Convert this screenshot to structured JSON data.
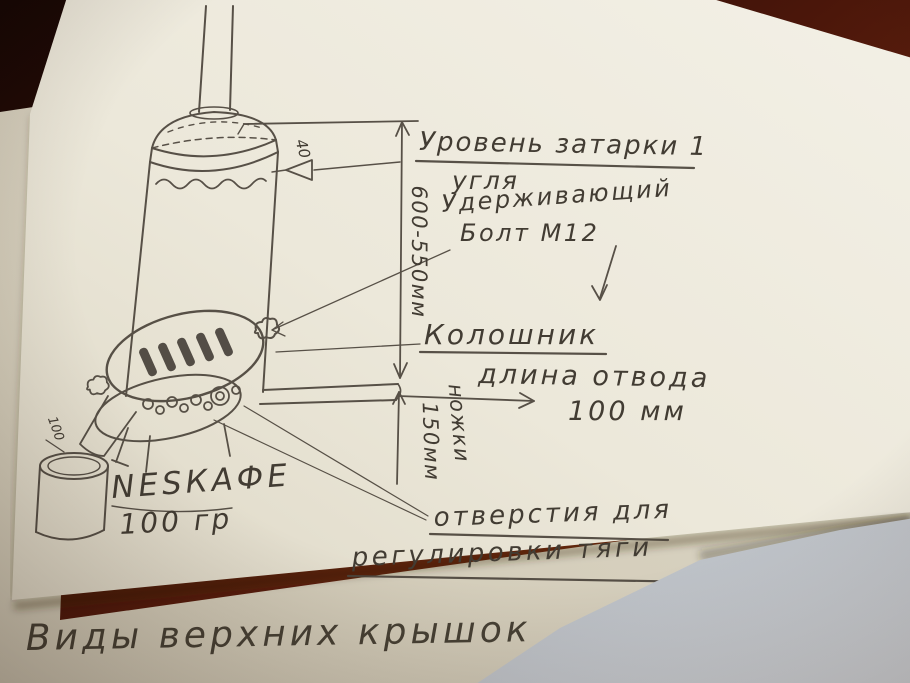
{
  "sketch": {
    "labels": {
      "fill_level_line1": "Уровень затарки 1",
      "fill_level_line2": "угля",
      "bolt_line1": "Удерживающий",
      "bolt_line2": "Болт М12",
      "height_dim": "600-550мм",
      "dim_40": "40",
      "grate": "Колошник",
      "outlet_line1": "длина отвода",
      "outlet_line2": "100 мм",
      "legs": "ножки",
      "legs_dim": "150мм",
      "dim_100": "100",
      "can_line1": "NESКАФЕ",
      "can_line2": "100 гр",
      "holes_line1": "отверстия для",
      "holes_line2": "регулировки тяги",
      "caption": "Виды верхних крышок"
    },
    "colors": {
      "table_dark": "#140604",
      "table_red": "#8a3414",
      "paper_main": "#ece8da",
      "paper_under": "#d9d3c2",
      "paper_gray": "#c3c8ce",
      "pencil": "#4b443b"
    }
  }
}
